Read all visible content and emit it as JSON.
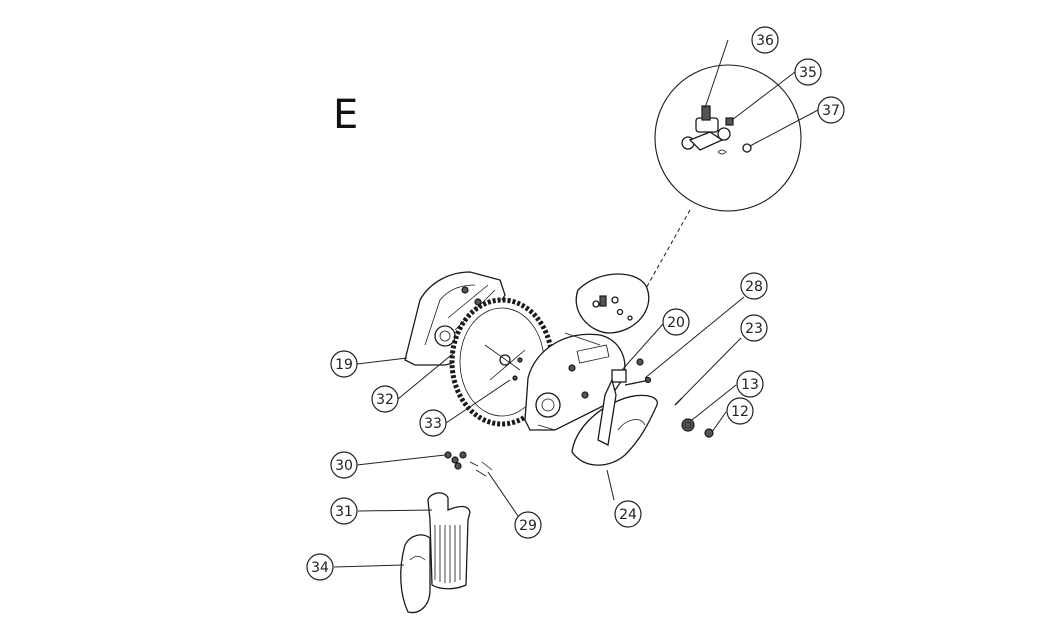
{
  "section_letter": "E",
  "callouts": [
    "12",
    "13",
    "19",
    "20",
    "23",
    "24",
    "28",
    "29",
    "30",
    "31",
    "32",
    "33",
    "34",
    "35",
    "36",
    "37"
  ],
  "colors": {
    "ink": "#1a1a1a",
    "background": "#ffffff"
  }
}
